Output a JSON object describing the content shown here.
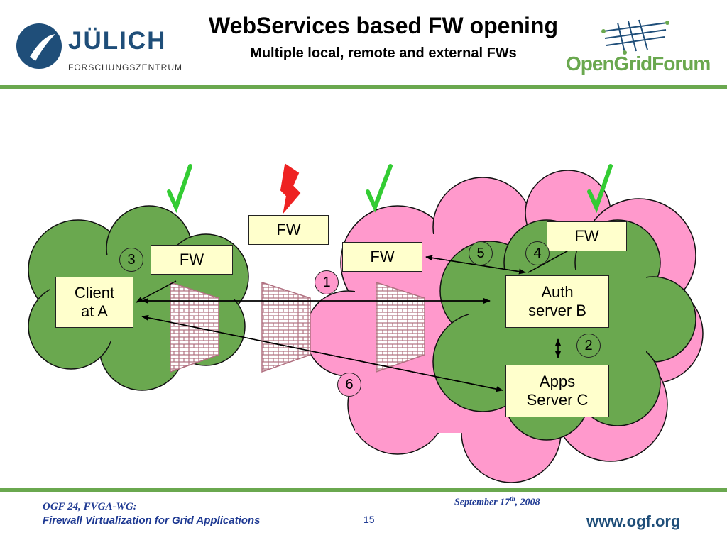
{
  "header": {
    "title": "WebServices based FW opening",
    "subtitle": "Multiple local, remote and external FWs",
    "left_logo": {
      "name": "JÜLICH",
      "sub": "FORSCHUNGSZENTRUM"
    },
    "right_logo": {
      "name": "OpenGridForum"
    }
  },
  "colors": {
    "green": "#6aa84f",
    "pink": "#ff99cc",
    "box": "#ffffcc",
    "check": "#33cc33",
    "lightning": "#ee2222"
  },
  "diagram": {
    "fw_labels": [
      "FW",
      "FW",
      "FW",
      "FW"
    ],
    "client_label": [
      "Client",
      "at A"
    ],
    "auth_label": [
      "Auth",
      "server B"
    ],
    "apps_label": [
      "Apps",
      "Server C"
    ],
    "numbers": [
      "1",
      "2",
      "3",
      "4",
      "5",
      "6"
    ],
    "status_icons": [
      "check-icon",
      "lightning-icon",
      "check-icon",
      "check-icon"
    ]
  },
  "footer": {
    "line1": "OGF 24, FVGA-WG:",
    "line2": "Firewall Virtualization for Grid Applications",
    "page": "15",
    "date_main": "September 17",
    "date_sup": "th",
    "date_year": ", 2008",
    "url": "www.ogf.org"
  }
}
